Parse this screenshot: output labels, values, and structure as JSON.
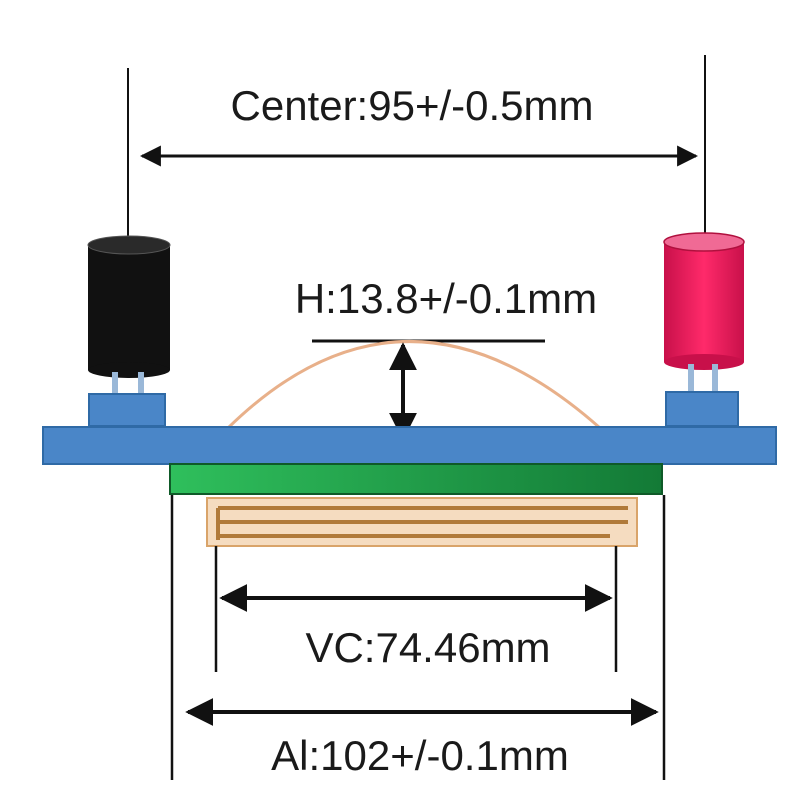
{
  "labels": {
    "center": "Center:95+/-0.5mm",
    "height": "H:13.8+/-0.1mm",
    "vc": "VC:74.46mm",
    "al": "Al:102+/-0.1mm"
  },
  "colors": {
    "substrate": "#4a86c8",
    "substrate_edge": "#2f6aa6",
    "pcb": "#1e9a48",
    "heat_pipe": "#d9a46a",
    "arc": "#e8b08a",
    "left_capacitor": "#111111",
    "right_capacitor": "#e6195a",
    "right_capacitor_top": "#f06a95",
    "line": "#111111"
  }
}
